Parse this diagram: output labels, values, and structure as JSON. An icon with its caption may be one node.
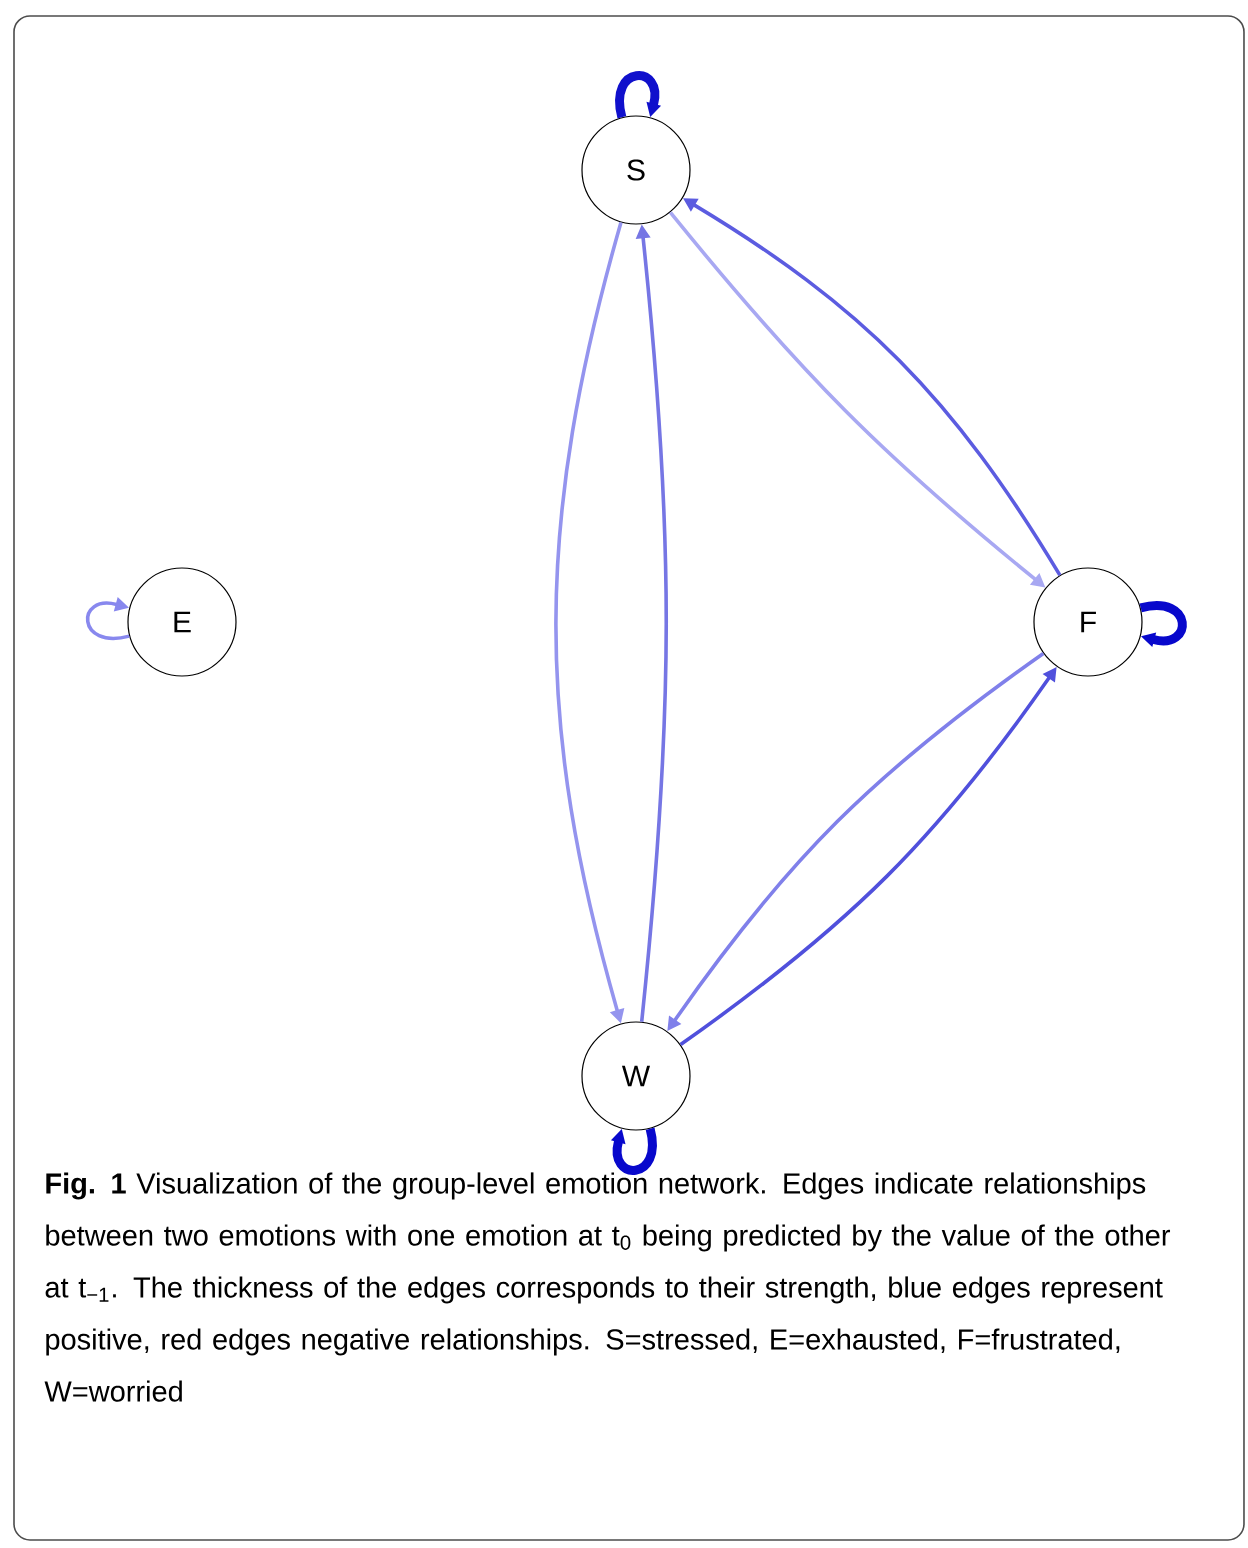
{
  "diagram": {
    "caption": "**Fig. 1** Visualization of the group-level emotion network. Edges indicate relationships between two emotions with one emotion at t$_{0}$ being predicted by the value of the other at t$_{−1}$. The thickness of the edges corresponds to their strength, blue edges represent positive, red edges negative relationships. S=stressed, E=exhausted, F=frustrated, W=worried",
    "nodes": [
      {
        "text": [
          "S"
        ]
      },
      {
        "text": [
          "E"
        ]
      },
      {
        "text": [
          "F"
        ]
      },
      {
        "text": [
          "W"
        ]
      }
    ],
    "edges": [
      {
        "from": 0,
        "to": 0,
        "arrow": "to",
        "style": "thick",
        "color": "#1010cc"
      },
      {
        "from": 1,
        "to": 1,
        "arrow": "to",
        "color": "#8888ee"
      },
      {
        "from": 2,
        "to": 2,
        "arrow": "to",
        "style": "thick",
        "color": "#0808cc"
      },
      {
        "from": 3,
        "to": 3,
        "arrow": "to",
        "style": "thick",
        "color": "#0808cc"
      },
      {
        "from": 0,
        "to": 3,
        "arrow": "to",
        "color": "#9494ee"
      },
      {
        "from": 3,
        "to": 0,
        "arrow": "to",
        "color": "#7676e4"
      },
      {
        "from": 0,
        "to": 2,
        "arrow": "to",
        "color": "#a8a8f2"
      },
      {
        "from": 2,
        "to": 0,
        "arrow": "to",
        "color": "#5c5ce0"
      },
      {
        "from": 2,
        "to": 3,
        "arrow": "to",
        "color": "#8080ea"
      },
      {
        "from": 3,
        "to": 2,
        "arrow": "to",
        "color": "#5050dc"
      }
    ]
  }
}
